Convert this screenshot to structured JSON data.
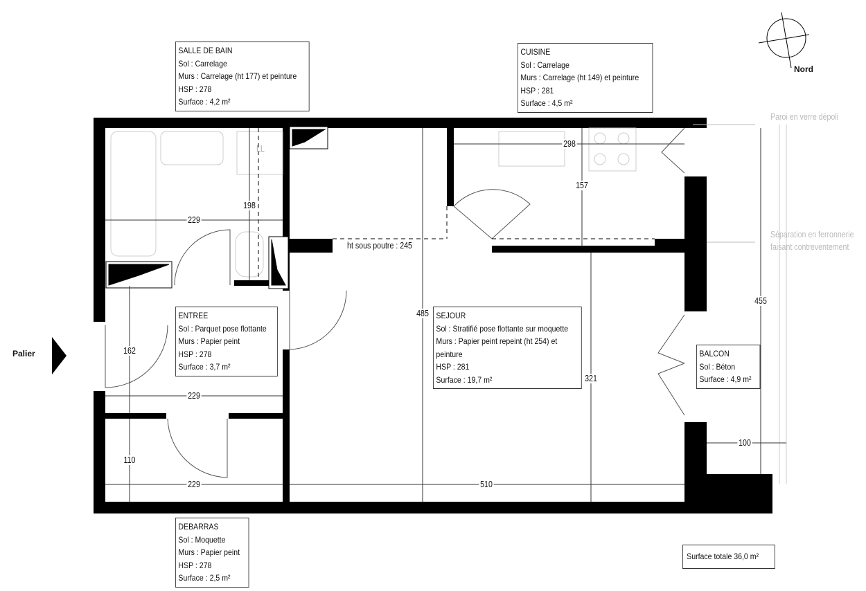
{
  "rooms": {
    "salle_de_bain": {
      "name": "SALLE DE BAIN",
      "sol": "Sol : Carrelage",
      "murs": "Murs : Carrelage (ht 177) et peinture",
      "hsp": "HSP : 278",
      "surface": "Surface : 4,2 m²"
    },
    "cuisine": {
      "name": "CUISINE",
      "sol": "Sol : Carrelage",
      "murs": "Murs : Carrelage (ht 149) et peinture",
      "hsp": "HSP : 281",
      "surface": "Surface : 4,5 m²"
    },
    "entree": {
      "name": "ENTREE",
      "sol": "Sol : Parquet pose flottante",
      "murs": "Murs : Papier peint",
      "hsp": "HSP : 278",
      "surface": "Surface : 3,7 m²"
    },
    "sejour": {
      "name": "SEJOUR",
      "sol": "Sol : Stratifié pose flottante sur moquette",
      "murs": "Murs : Papier peint repeint (ht 254) et",
      "murs2": "peinture",
      "hsp": "HSP : 281",
      "surface": "Surface : 19,7 m²"
    },
    "balcon": {
      "name": "BALCON",
      "sol": "Sol : Béton",
      "surface": "Surface : 4,9 m²"
    },
    "debarras": {
      "name": "DEBARRAS",
      "sol": "Sol : Moquette",
      "murs": "Murs : Papier peint",
      "hsp": "HSP : 278",
      "surface": "Surface : 2,5 m²"
    }
  },
  "surface_totale": "Surface totale 36,0 m²",
  "palier": "Palier",
  "nord": "Nord",
  "ll": "LL",
  "notes": {
    "paroi": "Paroi en verre dépoli",
    "separation1": "Séparation en ferronnerie",
    "separation2": "faisant contreventement"
  },
  "dimensions": {
    "sdb_w": "229",
    "sdb_h": "198",
    "cuisine_w": "298",
    "cuisine_h": "157",
    "sejour_h": "485",
    "sejour_h2": "321",
    "entree_h": "162",
    "entree_w": "229",
    "debarras_h": "110",
    "debarras_w": "229",
    "sejour_w": "510",
    "balcon_h": "455",
    "balcon_w": "100",
    "poutre": "ht sous poutre : 245"
  }
}
